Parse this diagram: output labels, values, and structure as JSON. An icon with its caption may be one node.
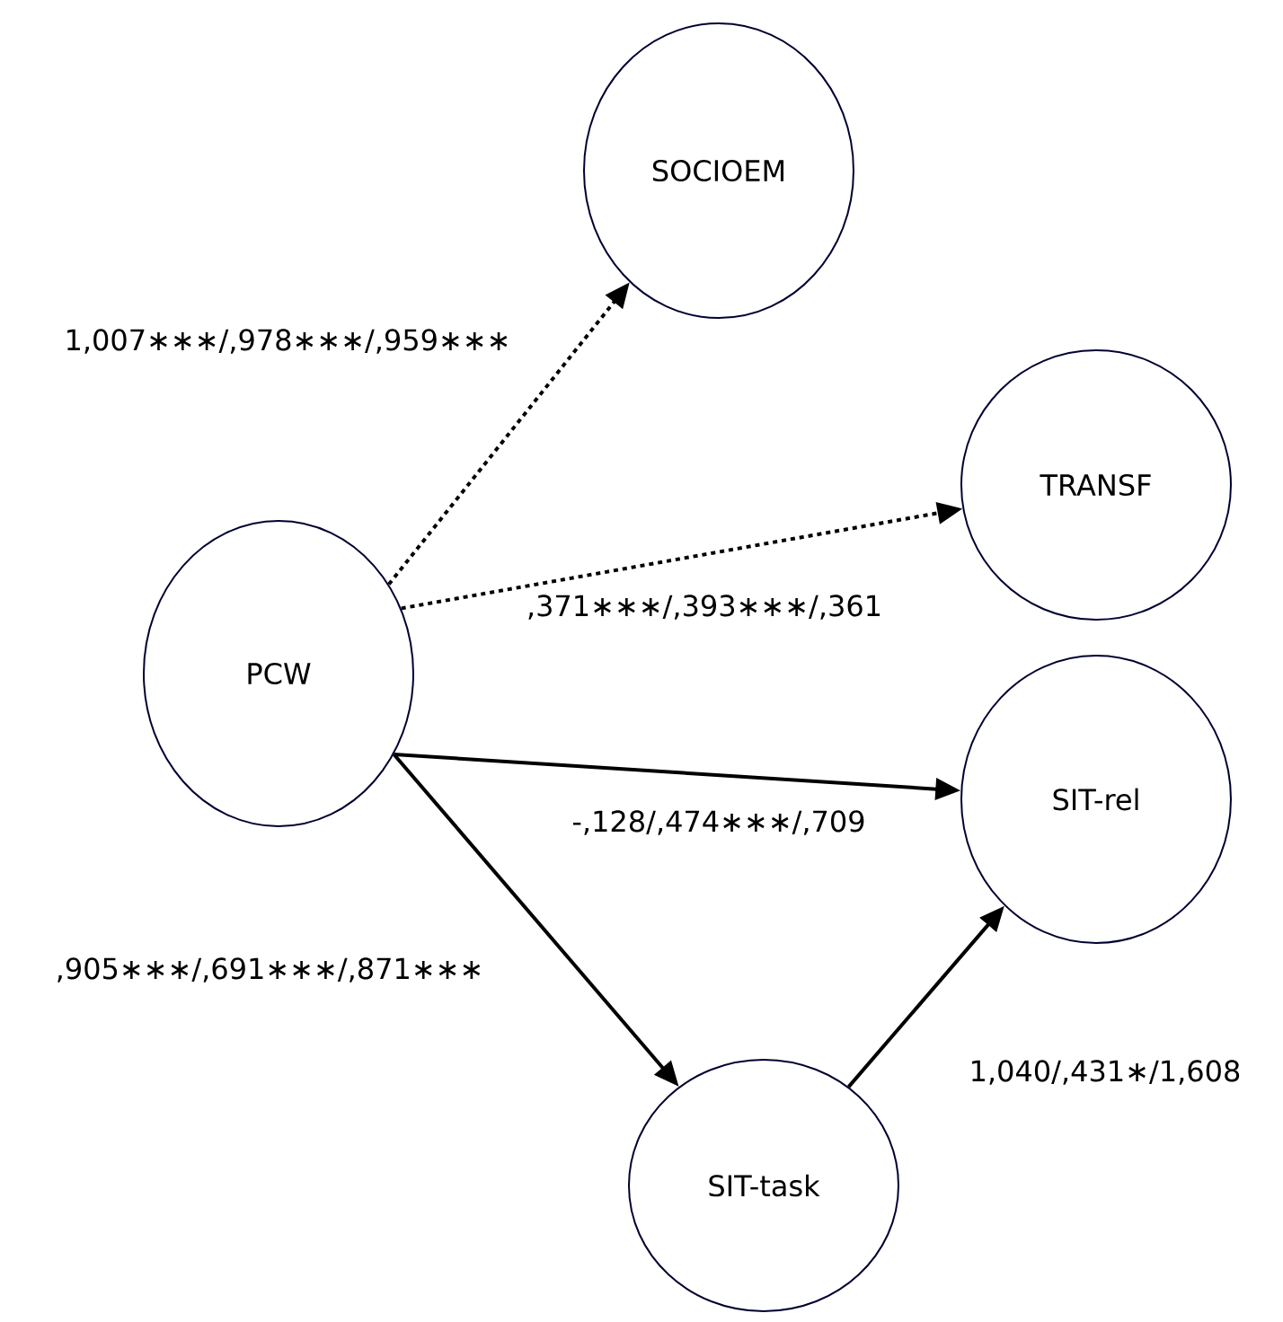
{
  "diagram": {
    "nodes": [
      {
        "text": [
          "SOCIOEM"
        ]
      },
      {
        "text": [
          "TRANSF"
        ]
      },
      {
        "text": [
          "PCW"
        ]
      },
      {
        "text": [
          "SIT-rel"
        ]
      },
      {
        "text": [
          "SIT-task"
        ]
      }
    ],
    "edges": [
      {
        "from": 2,
        "to": 0,
        "arrow": "to",
        "style": "dashed",
        "label": "1,007∗∗∗/,978∗∗∗/,959∗∗∗"
      },
      {
        "from": 2,
        "to": 1,
        "arrow": "to",
        "style": "dashed",
        "label": ",371∗∗∗/,393∗∗∗/,361"
      },
      {
        "from": 2,
        "to": 3,
        "arrow": "to",
        "label": "-,128/,474∗∗∗/,709"
      },
      {
        "from": 2,
        "to": 4,
        "arrow": "to",
        "label": ",905∗∗∗/,691∗∗∗/,871∗∗∗"
      },
      {
        "from": 4,
        "to": 3,
        "arrow": "to",
        "label": "1,040/,431∗/1,608"
      }
    ]
  }
}
